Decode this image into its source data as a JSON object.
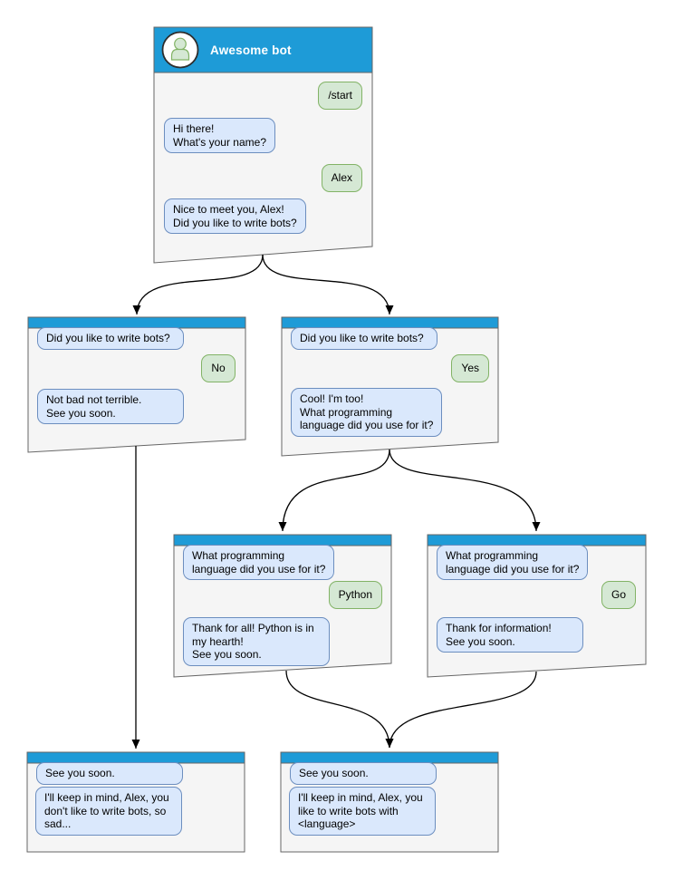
{
  "palette": {
    "header_blue": "#1e9bd7",
    "window_body": "#f5f5f5",
    "window_border": "#666666",
    "bubble_blue_fill": "#dae8fc",
    "bubble_blue_border": "#6c8ebf",
    "bubble_green_fill": "#d5e8d4",
    "bubble_green_border": "#82b366",
    "arrow_color": "#000000",
    "title_text": "#ffffff"
  },
  "windows": {
    "root": {
      "title": "Awesome bot",
      "messages": {
        "start": "/start",
        "greeting": "Hi there!\nWhat's your name?",
        "name": "Alex",
        "ask_bots": "Nice to meet you, Alex!\nDid you like to write bots?"
      }
    },
    "no_branch": {
      "messages": {
        "question": "Did you like to write bots?",
        "answer": "No",
        "reply": "Not bad not terrible.\nSee you soon."
      }
    },
    "yes_branch": {
      "messages": {
        "question": "Did you like to write bots?",
        "answer": "Yes",
        "reply": "Cool! I'm too!\nWhat programming\nlanguage did you use for it?"
      }
    },
    "python_branch": {
      "messages": {
        "question": "What programming\nlanguage did you use for it?",
        "answer": "Python",
        "reply": "Thank for all! Python is in\nmy hearth!\nSee you soon."
      }
    },
    "go_branch": {
      "messages": {
        "question": "What programming\nlanguage did you use for it?",
        "answer": "Go",
        "reply": "Thank for information!\nSee you soon."
      }
    },
    "end_no": {
      "messages": {
        "farewell": "See you soon.",
        "summary": "I'll keep in mind, Alex, you\ndon't like to write bots, so\nsad..."
      }
    },
    "end_yes": {
      "messages": {
        "farewell": "See you soon.",
        "summary": "I'll keep in mind, Alex, you\nlike to write bots with\n<language>"
      }
    }
  },
  "connections": [
    {
      "from": "root",
      "to": "no_branch"
    },
    {
      "from": "root",
      "to": "yes_branch"
    },
    {
      "from": "yes_branch",
      "to": "python_branch"
    },
    {
      "from": "yes_branch",
      "to": "go_branch"
    },
    {
      "from": "no_branch",
      "to": "end_no"
    },
    {
      "from": "python_branch",
      "to": "end_yes"
    },
    {
      "from": "go_branch",
      "to": "end_yes"
    }
  ]
}
